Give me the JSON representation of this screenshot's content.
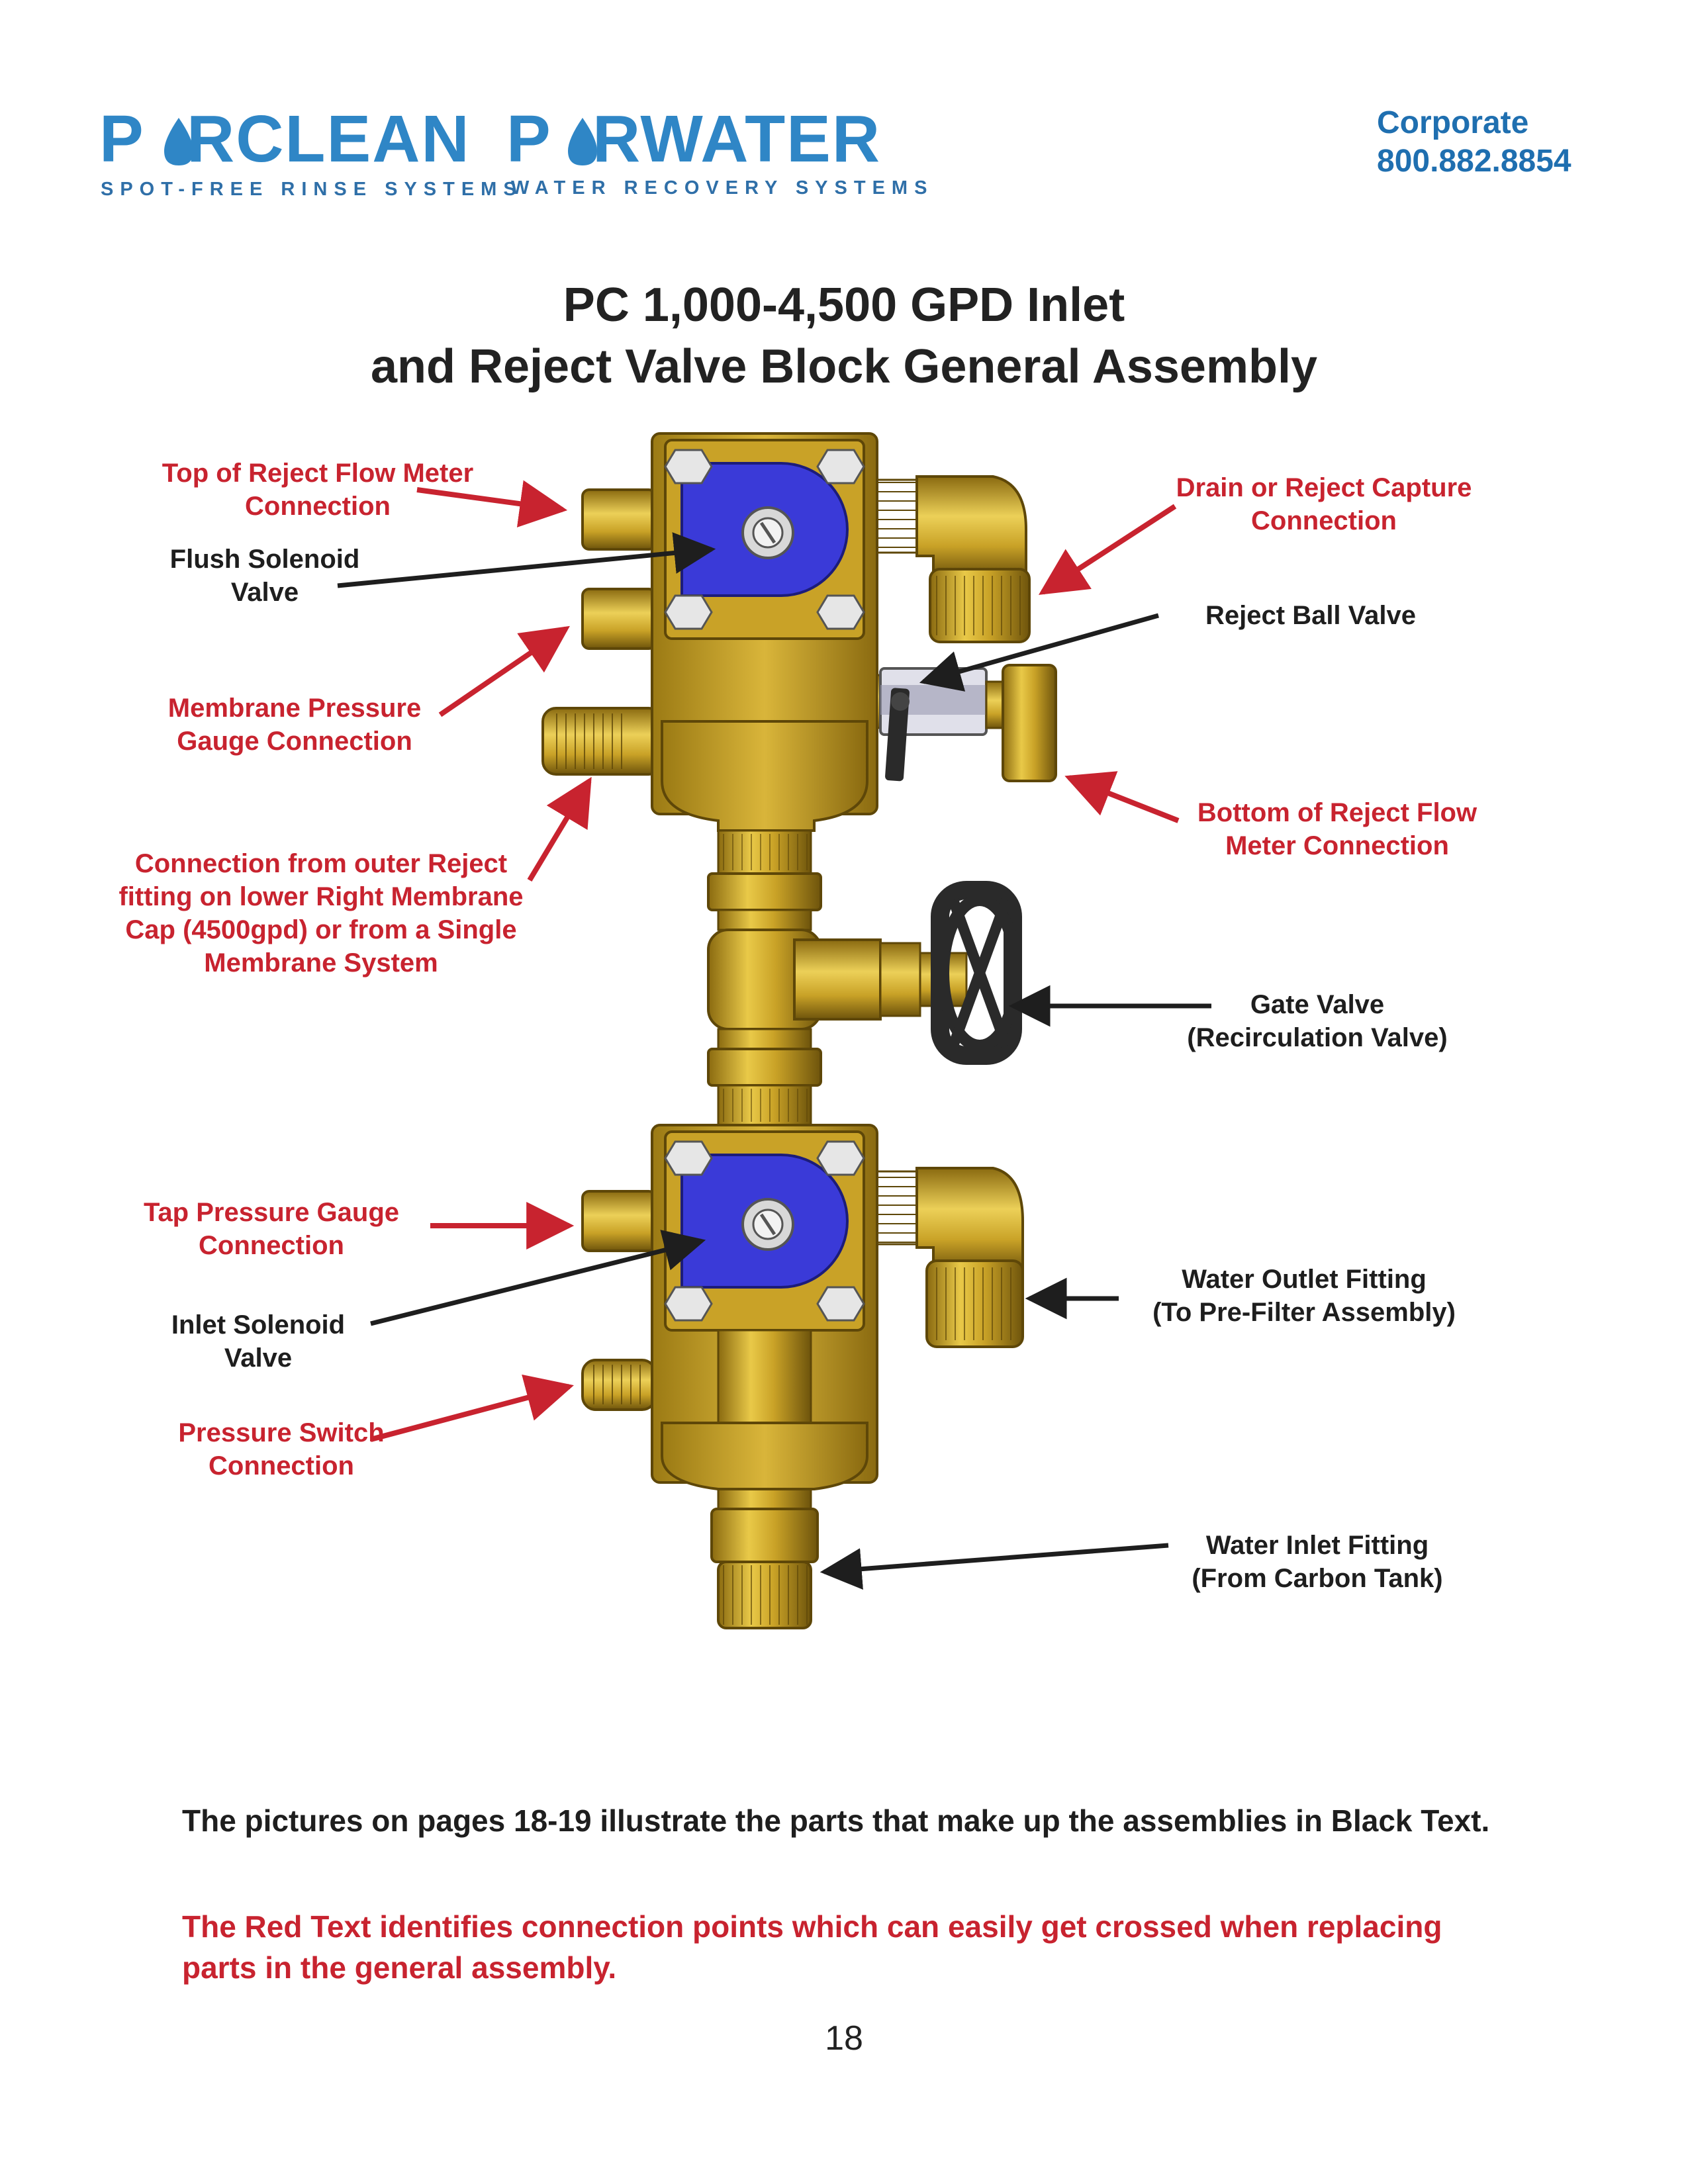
{
  "header": {
    "logo1": {
      "word_before": "P",
      "word_after": "RCLEAN",
      "tagline": "SPOT-FREE RINSE SYSTEMS"
    },
    "logo2": {
      "word_before": "P",
      "word_after": "RWATER",
      "tagline": "WATER RECOVERY SYSTEMS"
    },
    "contact": {
      "label": "Corporate",
      "phone": "800.882.8854"
    }
  },
  "title": {
    "line1": "PC 1,000-4,500 GPD Inlet",
    "line2": "and Reject Valve Block General Assembly"
  },
  "callouts": {
    "top_reject_flow": {
      "line1": "Top of Reject Flow Meter",
      "line2": "Connection"
    },
    "flush_solenoid": {
      "line1": "Flush Solenoid",
      "line2": "Valve"
    },
    "membrane_pressure": {
      "line1": "Membrane Pressure",
      "line2": "Gauge Connection"
    },
    "outer_reject": {
      "line1": "Connection from outer Reject",
      "line2": "fitting on lower Right Membrane",
      "line3": "Cap (4500gpd) or from a Single",
      "line4": "Membrane System"
    },
    "drain_reject": {
      "line1": "Drain or Reject Capture",
      "line2": "Connection"
    },
    "reject_ball": {
      "line1": "Reject Ball Valve"
    },
    "bottom_reject_flow": {
      "line1": "Bottom of Reject Flow",
      "line2": "Meter Connection"
    },
    "gate_valve": {
      "line1": "Gate Valve",
      "line2": "(Recirculation Valve)"
    },
    "tap_pressure": {
      "line1": "Tap Pressure Gauge",
      "line2": "Connection"
    },
    "inlet_solenoid": {
      "line1": "Inlet Solenoid",
      "line2": "Valve"
    },
    "pressure_switch": {
      "line1": "Pressure Switch",
      "line2": "Connection"
    },
    "water_outlet": {
      "line1": "Water Outlet Fitting",
      "line2": "(To Pre-Filter Assembly)"
    },
    "water_inlet": {
      "line1": "Water Inlet Fitting",
      "line2": "(From Carbon Tank)"
    }
  },
  "footer": {
    "black_note": "The pictures on pages 18-19 illustrate the parts that make up the assemblies in Black Text.",
    "red_note": "The Red Text identifies connection points which can easily get crossed when replacing parts in the general assembly."
  },
  "page_number": "18",
  "colors": {
    "brand_blue": "#2f86c6",
    "red_text": "#c8232f",
    "brass": "#c9a227",
    "solenoid_blue": "#3a3ad8",
    "handle_black": "#2a2a2a"
  }
}
